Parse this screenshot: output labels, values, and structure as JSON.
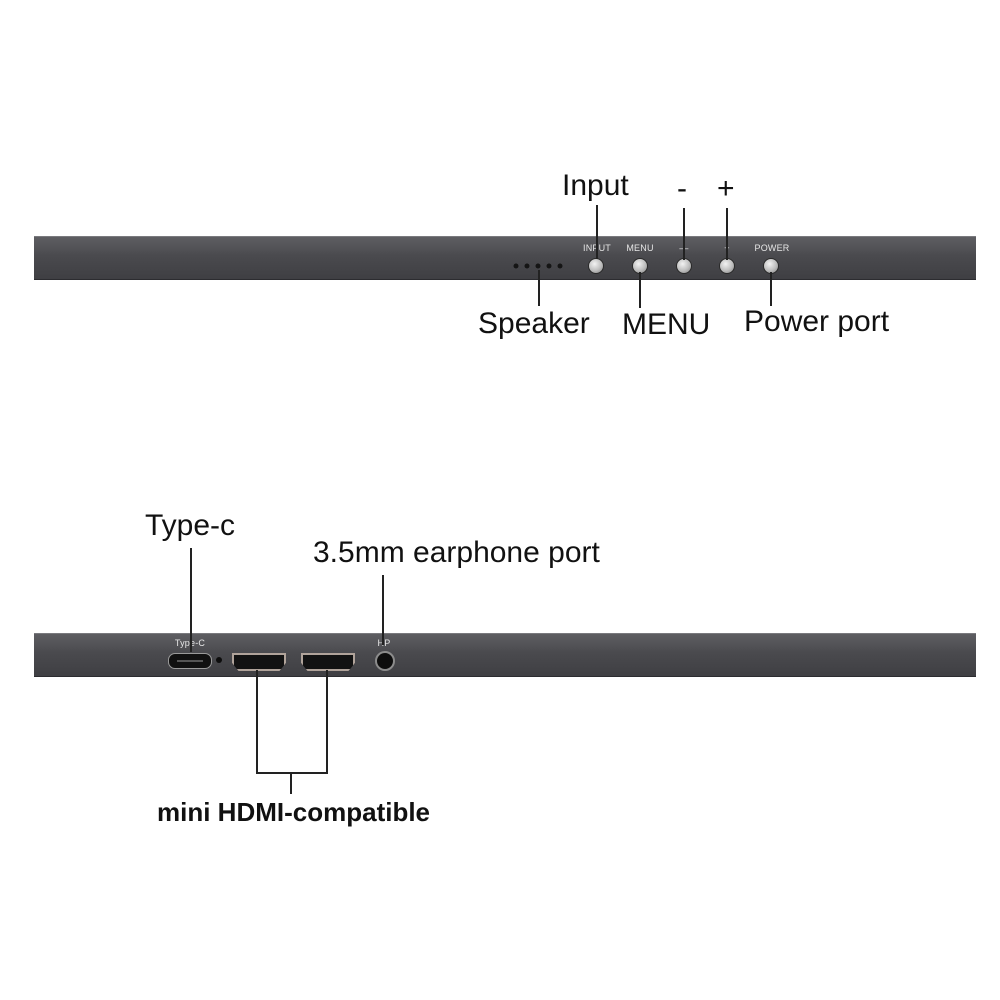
{
  "top_panel": {
    "callouts": {
      "input": "Input",
      "minus": "-",
      "plus": "+",
      "speaker": "Speaker",
      "menu": "MENU",
      "power": "Power port"
    },
    "silkscreen": {
      "input": "INPUT",
      "menu": "MENU",
      "minus": "—",
      "plus": "+",
      "power": "POWER"
    }
  },
  "bottom_panel": {
    "callouts": {
      "typec": "Type-c",
      "earphone": "3.5mm earphone port",
      "hdmi": "mini HDMI-compatible"
    },
    "silkscreen": {
      "typec": "Type-C",
      "hp": "HP"
    }
  },
  "colors": {
    "panel": "#4a4a4e",
    "text": "#111111"
  }
}
